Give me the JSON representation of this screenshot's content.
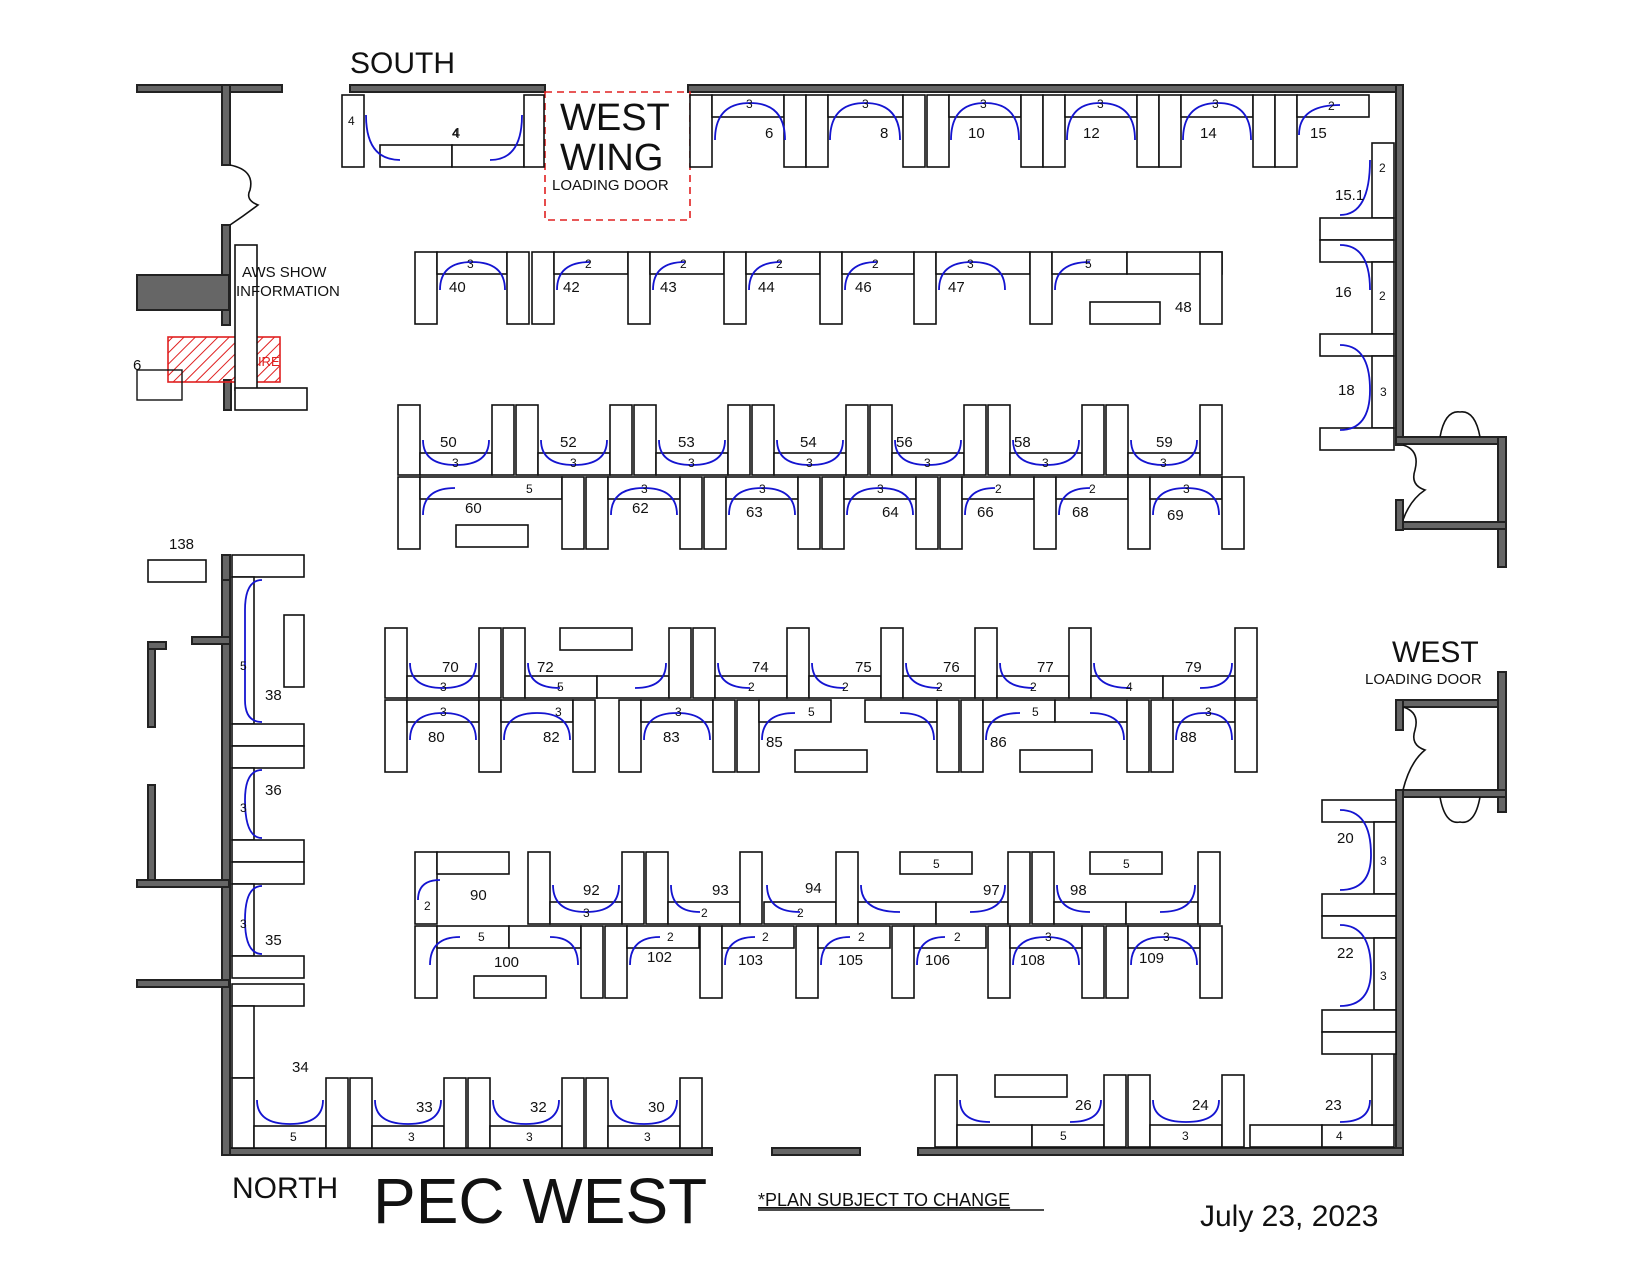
{
  "header": {
    "south_label": "SOUTH",
    "west_wing_line1": "WEST",
    "west_wing_line2": "WING",
    "west_wing_door": "LOADING DOOR",
    "aws_line1": "AWS SHOW",
    "aws_line2": "INFORMATION",
    "fire_label": "FIRE",
    "west_label": "WEST",
    "west_door": "LOADING DOOR",
    "partial_number": "6"
  },
  "footer": {
    "north_label": "NORTH",
    "title": "PEC WEST",
    "disclaimer": "*PLAN SUBJECT TO CHANGE",
    "date": "July 23, 2023"
  },
  "colors": {
    "wall": "#666666",
    "seating": "#1414d0",
    "fire": "#e02020"
  },
  "booths": [
    "4",
    "6",
    "8",
    "10",
    "12",
    "14",
    "15",
    "15.1",
    "16",
    "18",
    "40",
    "42",
    "43",
    "44",
    "46",
    "47",
    "48",
    "50",
    "52",
    "53",
    "54",
    "56",
    "58",
    "59",
    "60",
    "62",
    "63",
    "64",
    "66",
    "68",
    "69",
    "70",
    "72",
    "74",
    "75",
    "76",
    "77",
    "79",
    "80",
    "82",
    "83",
    "85",
    "86",
    "88",
    "90",
    "92",
    "93",
    "94",
    "97",
    "98",
    "100",
    "102",
    "103",
    "105",
    "106",
    "108",
    "109",
    "138",
    "38",
    "36",
    "35",
    "34",
    "33",
    "32",
    "30",
    "26",
    "24",
    "23",
    "20",
    "22"
  ],
  "seats": {
    "s4a": "4",
    "s4b": "4",
    "s6": "3",
    "s8": "3",
    "s10": "3",
    "s12": "3",
    "s14": "3",
    "s15": "2",
    "s151": "2",
    "s16": "2",
    "s18": "3",
    "s40": "3",
    "s42": "2",
    "s43": "2",
    "s44": "2",
    "s46": "2",
    "s47": "3",
    "s48": "5",
    "s50": "3",
    "s52": "3",
    "s53": "3",
    "s54": "3",
    "s56": "3",
    "s58": "3",
    "s59": "3",
    "s60": "5",
    "s62": "3",
    "s63": "3",
    "s64": "3",
    "s66": "2",
    "s68": "2",
    "s69": "3",
    "s70": "3",
    "s72": "5",
    "s74": "2",
    "s75": "2",
    "s76": "2",
    "s77": "2",
    "s79": "4",
    "s80": "3",
    "s82": "3",
    "s83": "3",
    "s85": "5",
    "s86": "5",
    "s88": "3",
    "s90": "2",
    "s92": "3",
    "s93": "2",
    "s94": "2",
    "s97": "5",
    "s98": "5",
    "s100": "5",
    "s102": "2",
    "s103": "2",
    "s105": "2",
    "s106": "2",
    "s108": "3",
    "s109": "3",
    "s38": "5",
    "s36": "3",
    "s35": "3",
    "s34": "5",
    "s33": "3",
    "s32": "3",
    "s30": "3",
    "s26": "5",
    "s24": "3",
    "s23": "4",
    "s20": "3",
    "s22": "3"
  }
}
